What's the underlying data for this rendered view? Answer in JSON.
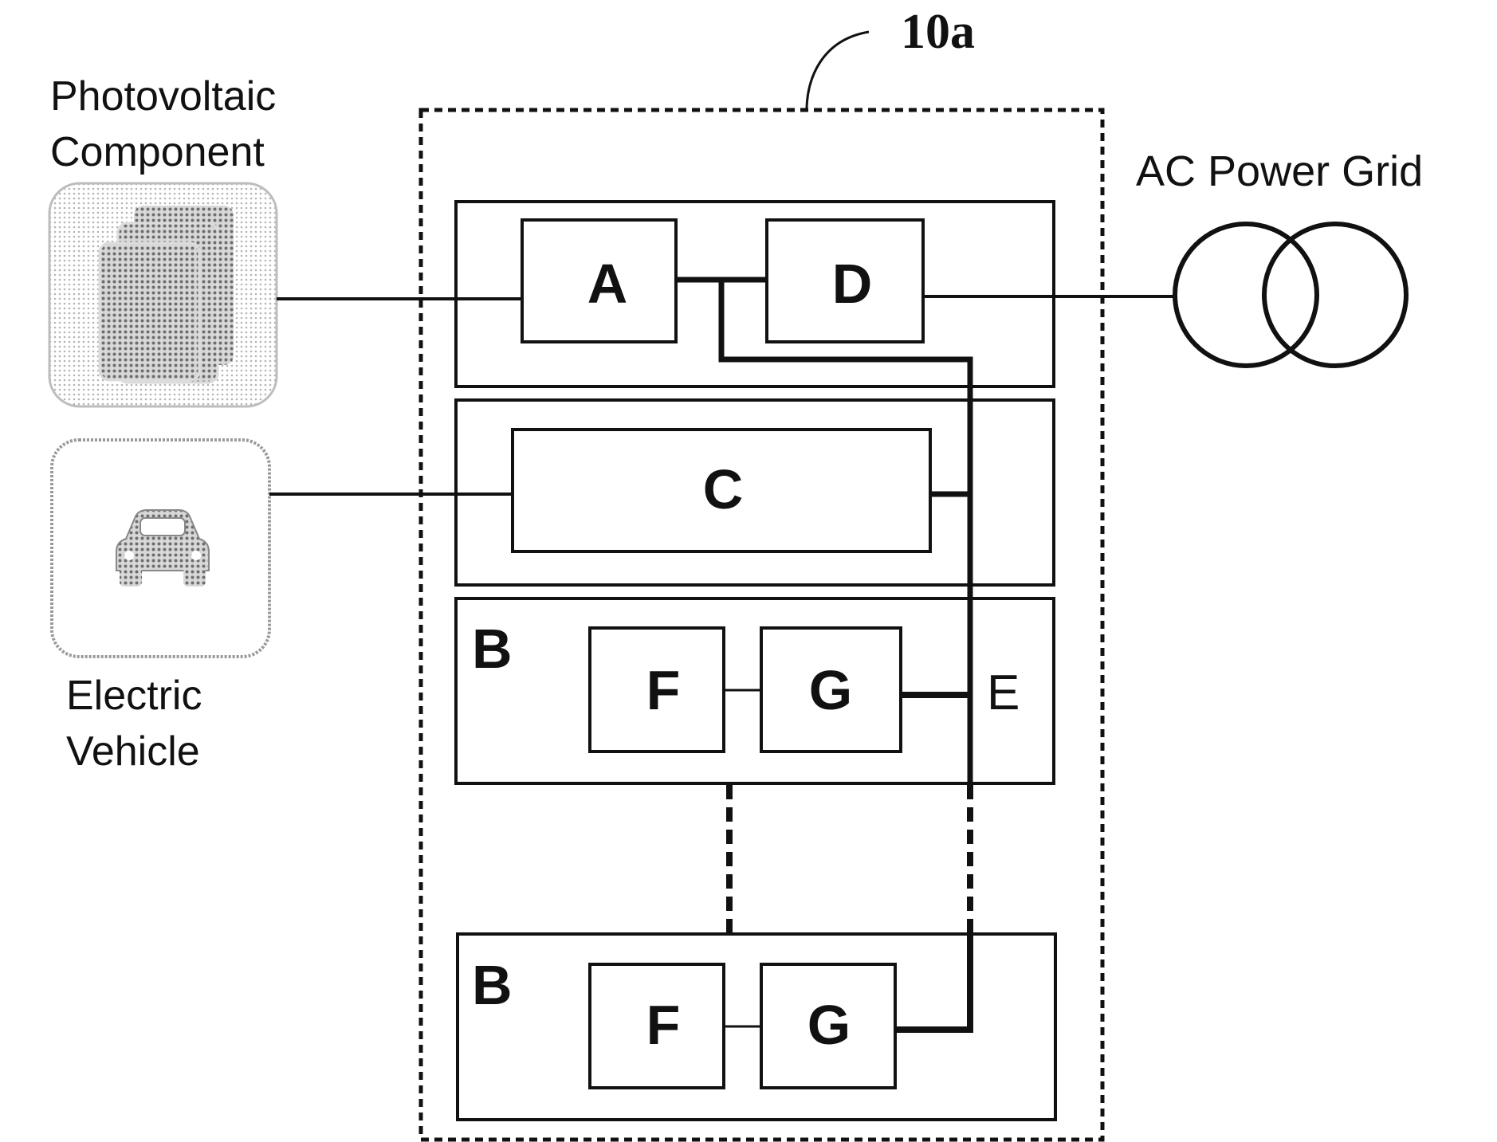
{
  "figure": {
    "reference": "10a"
  },
  "external": {
    "pv_label_line1": "Photovoltaic",
    "pv_label_line2": "Component",
    "ev_label_line1": "Electric",
    "ev_label_line2": "Vehicle",
    "grid_label": "AC Power Grid",
    "pv_icon": "solar-panel-icon",
    "ev_icon": "car-icon",
    "grid_icon": "transformer-icon"
  },
  "blocks": {
    "a": "A",
    "d": "D",
    "c": "C",
    "b1": "B",
    "f1": "F",
    "g1": "G",
    "e": "E",
    "b2": "B",
    "f2": "F",
    "g2": "G"
  },
  "colors": {
    "ink": "#111111",
    "background": "#ffffff",
    "icon_fill": "#8a8a8a",
    "icon_frame": "#bdbdbd"
  }
}
